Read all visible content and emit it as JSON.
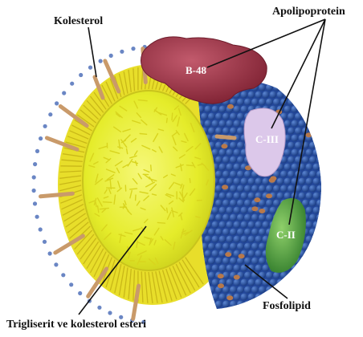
{
  "labels": {
    "kolesterol": "Kolesterol",
    "apolipoprotein": "Apolipoprotein",
    "b48": "B-48",
    "c3": "C-III",
    "c2": "C-II",
    "fosfolipid": "Fosfolipid",
    "core": "Trigliserit ve kolesterol esteri"
  },
  "colors": {
    "core": "#e7ee2c",
    "core_edge": "#d5cf1a",
    "shell": "#e9df2a",
    "phospholipid_blue": "#2c57a8",
    "dots": "#6a86c4",
    "cholesterol": "#c99a6a",
    "apo_b48": "#a23a4c",
    "apo_c3": "#d8c4e6",
    "apo_c2": "#5aa83c",
    "text": "#111111",
    "label_on_protein": "#ffffff"
  }
}
